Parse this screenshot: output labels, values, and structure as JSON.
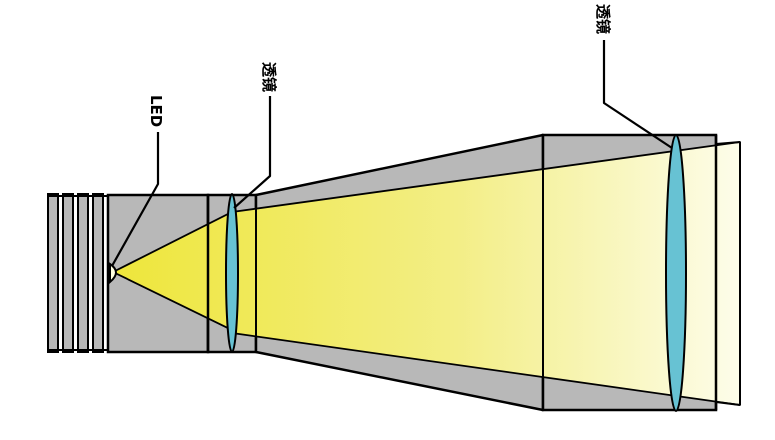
{
  "labels": {
    "led": "LED",
    "lens_small": "透镜",
    "lens_large": "透镜"
  },
  "colors": {
    "housing": "#b8b8b8",
    "beam_start": "#eee63a",
    "beam_end": "#fdfdea",
    "lens": "#67c2d3",
    "outline": "#000000"
  }
}
